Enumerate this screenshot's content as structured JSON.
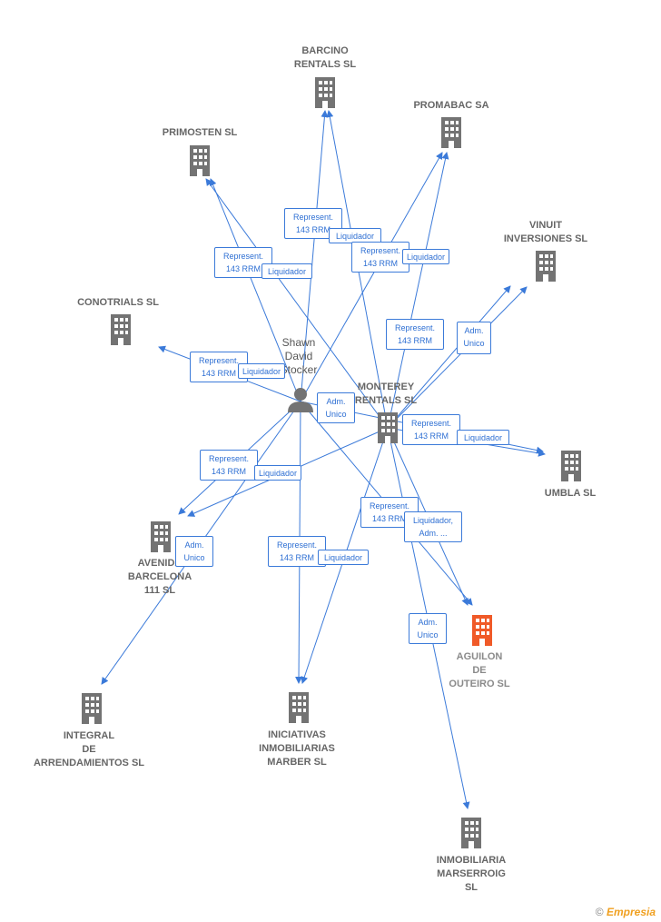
{
  "colors": {
    "edge": "#3b7ad9",
    "building": "#737373",
    "highlight": "#f05a28",
    "person": "#737373"
  },
  "person": {
    "name": "Shawn\nDavid\nStocker",
    "icon": "person-icon"
  },
  "nodes": [
    {
      "id": "barcino",
      "label": "BARCINO\nRENTALS SL"
    },
    {
      "id": "promabac",
      "label": "PROMABAC SA"
    },
    {
      "id": "primosten",
      "label": "PRIMOSTEN SL"
    },
    {
      "id": "vinuit",
      "label": "VINUIT\nINVERSIONES SL"
    },
    {
      "id": "conotrials",
      "label": "CONOTRIALS SL"
    },
    {
      "id": "monterey",
      "label": "MONTEREY\nRENTALS SL"
    },
    {
      "id": "umbla",
      "label": "UMBLA SL"
    },
    {
      "id": "avenida",
      "label": "AVENIDA\nBARCELONA\n111 SL"
    },
    {
      "id": "aguilon",
      "label": "AGUILON\nDE\nOUTEIRO SL"
    },
    {
      "id": "integral",
      "label": "INTEGRAL\nDE\nARRENDAMIENTOS SL"
    },
    {
      "id": "iniciativas",
      "label": "INICIATIVAS\nINMOBILIARIAS\nMARBER SL"
    },
    {
      "id": "marserroig",
      "label": "INMOBILIARIA\nMARSERROIG\nSL"
    }
  ],
  "edge_labels": [
    "Represent.\n143 RRM",
    "Liquidador",
    "Represent.\n143 RRM",
    "Liquidador",
    "Represent.\n143 RRM",
    "Liquidador",
    "Represent.\n143 RRM",
    "Adm.\nUnico",
    "Represent.\n143 RRM",
    "Liquidador",
    "Adm.\nUnico",
    "Represent.\n143 RRM",
    "Liquidador",
    "Represent.\n143 RRM",
    "Liquidador",
    "Adm.\nUnico",
    "Represent.\n143 RRM",
    "Liquidador",
    "Represent.\n143 RRM",
    "Liquidador,\nAdm. ...",
    "Adm.\nUnico"
  ],
  "brand": {
    "copyright": "©",
    "name": "Empresia"
  }
}
